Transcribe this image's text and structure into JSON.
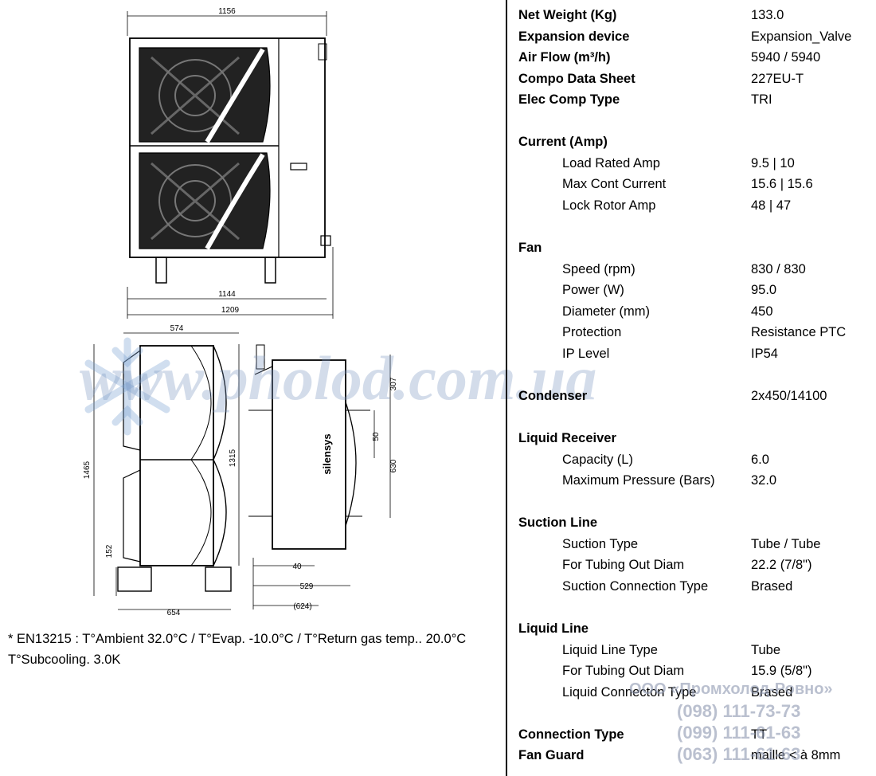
{
  "specs": [
    {
      "label": "Net Weight (Kg)",
      "value": "133.0",
      "kind": "bold"
    },
    {
      "label": "Expansion device",
      "value": "Expansion_Valve",
      "kind": "bold"
    },
    {
      "label": "Air Flow (m³/h)",
      "value": "5940 / 5940",
      "kind": "bold"
    },
    {
      "label": "Compo Data Sheet",
      "value": "227EU-T",
      "kind": "bold"
    },
    {
      "label": "Elec Comp Type",
      "value": "TRI",
      "kind": "bold"
    },
    {
      "label": "",
      "value": "",
      "kind": "blank"
    },
    {
      "label": "Current (Amp)",
      "value": "",
      "kind": "bold"
    },
    {
      "label": "Load Rated Amp",
      "value": "9.5 | 10",
      "kind": "sub"
    },
    {
      "label": "Max Cont Current",
      "value": "15.6 | 15.6",
      "kind": "sub"
    },
    {
      "label": "Lock Rotor Amp",
      "value": "48 | 47",
      "kind": "sub"
    },
    {
      "label": "",
      "value": "",
      "kind": "blank"
    },
    {
      "label": "Fan",
      "value": "",
      "kind": "bold"
    },
    {
      "label": "Speed (rpm)",
      "value": "830 / 830",
      "kind": "sub"
    },
    {
      "label": "Power (W)",
      "value": "95.0",
      "kind": "sub"
    },
    {
      "label": "Diameter (mm)",
      "value": "450",
      "kind": "sub"
    },
    {
      "label": "Protection",
      "value": "Resistance PTC",
      "kind": "sub"
    },
    {
      "label": "IP Level",
      "value": "IP54",
      "kind": "sub"
    },
    {
      "label": "",
      "value": "",
      "kind": "blank"
    },
    {
      "label": "Condenser",
      "value": "2x450/14100",
      "kind": "bold"
    },
    {
      "label": "",
      "value": "",
      "kind": "blank"
    },
    {
      "label": "Liquid Receiver",
      "value": "",
      "kind": "bold"
    },
    {
      "label": "Capacity (L)",
      "value": "6.0",
      "kind": "sub"
    },
    {
      "label": "Maximum Pressure (Bars)",
      "value": "32.0",
      "kind": "sub"
    },
    {
      "label": "",
      "value": "",
      "kind": "blank"
    },
    {
      "label": "Suction Line",
      "value": "",
      "kind": "bold"
    },
    {
      "label": "Suction Type",
      "value": "Tube / Tube",
      "kind": "sub"
    },
    {
      "label": "For Tubing Out Diam",
      "value": "22.2 (7/8\")",
      "kind": "sub"
    },
    {
      "label": "Suction Connection Type",
      "value": "Brased",
      "kind": "sub"
    },
    {
      "label": "",
      "value": "",
      "kind": "blank"
    },
    {
      "label": "Liquid Line",
      "value": "",
      "kind": "bold"
    },
    {
      "label": "Liquid Line Type",
      "value": "Tube",
      "kind": "sub"
    },
    {
      "label": "For Tubing Out Diam",
      "value": "15.9 (5/8\")",
      "kind": "sub"
    },
    {
      "label": "Liquid Connecton Type",
      "value": "Brased",
      "kind": "sub"
    },
    {
      "label": "",
      "value": "",
      "kind": "blank"
    },
    {
      "label": "Connection Type",
      "value": "TT",
      "kind": "bold"
    },
    {
      "label": "Fan Guard",
      "value": "maille < à 8mm",
      "kind": "bold"
    }
  ],
  "note": {
    "line1": "* EN13215 : T°Ambient 32.0°C / T°Evap. -10.0°C / T°Return gas temp.. 20.0°C",
    "line2": "T°Subcooling. 3.0K"
  },
  "drawing": {
    "dim_top_width": "1156",
    "dim_base_inner": "1144",
    "dim_base_outer": "1209",
    "dim_side_top": "574",
    "dim_side_height_total": "1465",
    "dim_side_height": "1315",
    "dim_leg_height": "152",
    "dim_side_base": "654",
    "dim_right_top": "307",
    "dim_right_mid": "50",
    "dim_right_lower": "630",
    "dim_right_offset": "40",
    "dim_right_depth": "529",
    "dim_right_overall": "(624)",
    "brand_mark": "silensys"
  },
  "watermark": {
    "site": "www.pholod.com.ua",
    "company": "ООО «Промхолод-Ровно»",
    "phones": [
      "(098) 111-73-73",
      "(099) 111-61-63",
      "(063) 111-61-63"
    ]
  }
}
